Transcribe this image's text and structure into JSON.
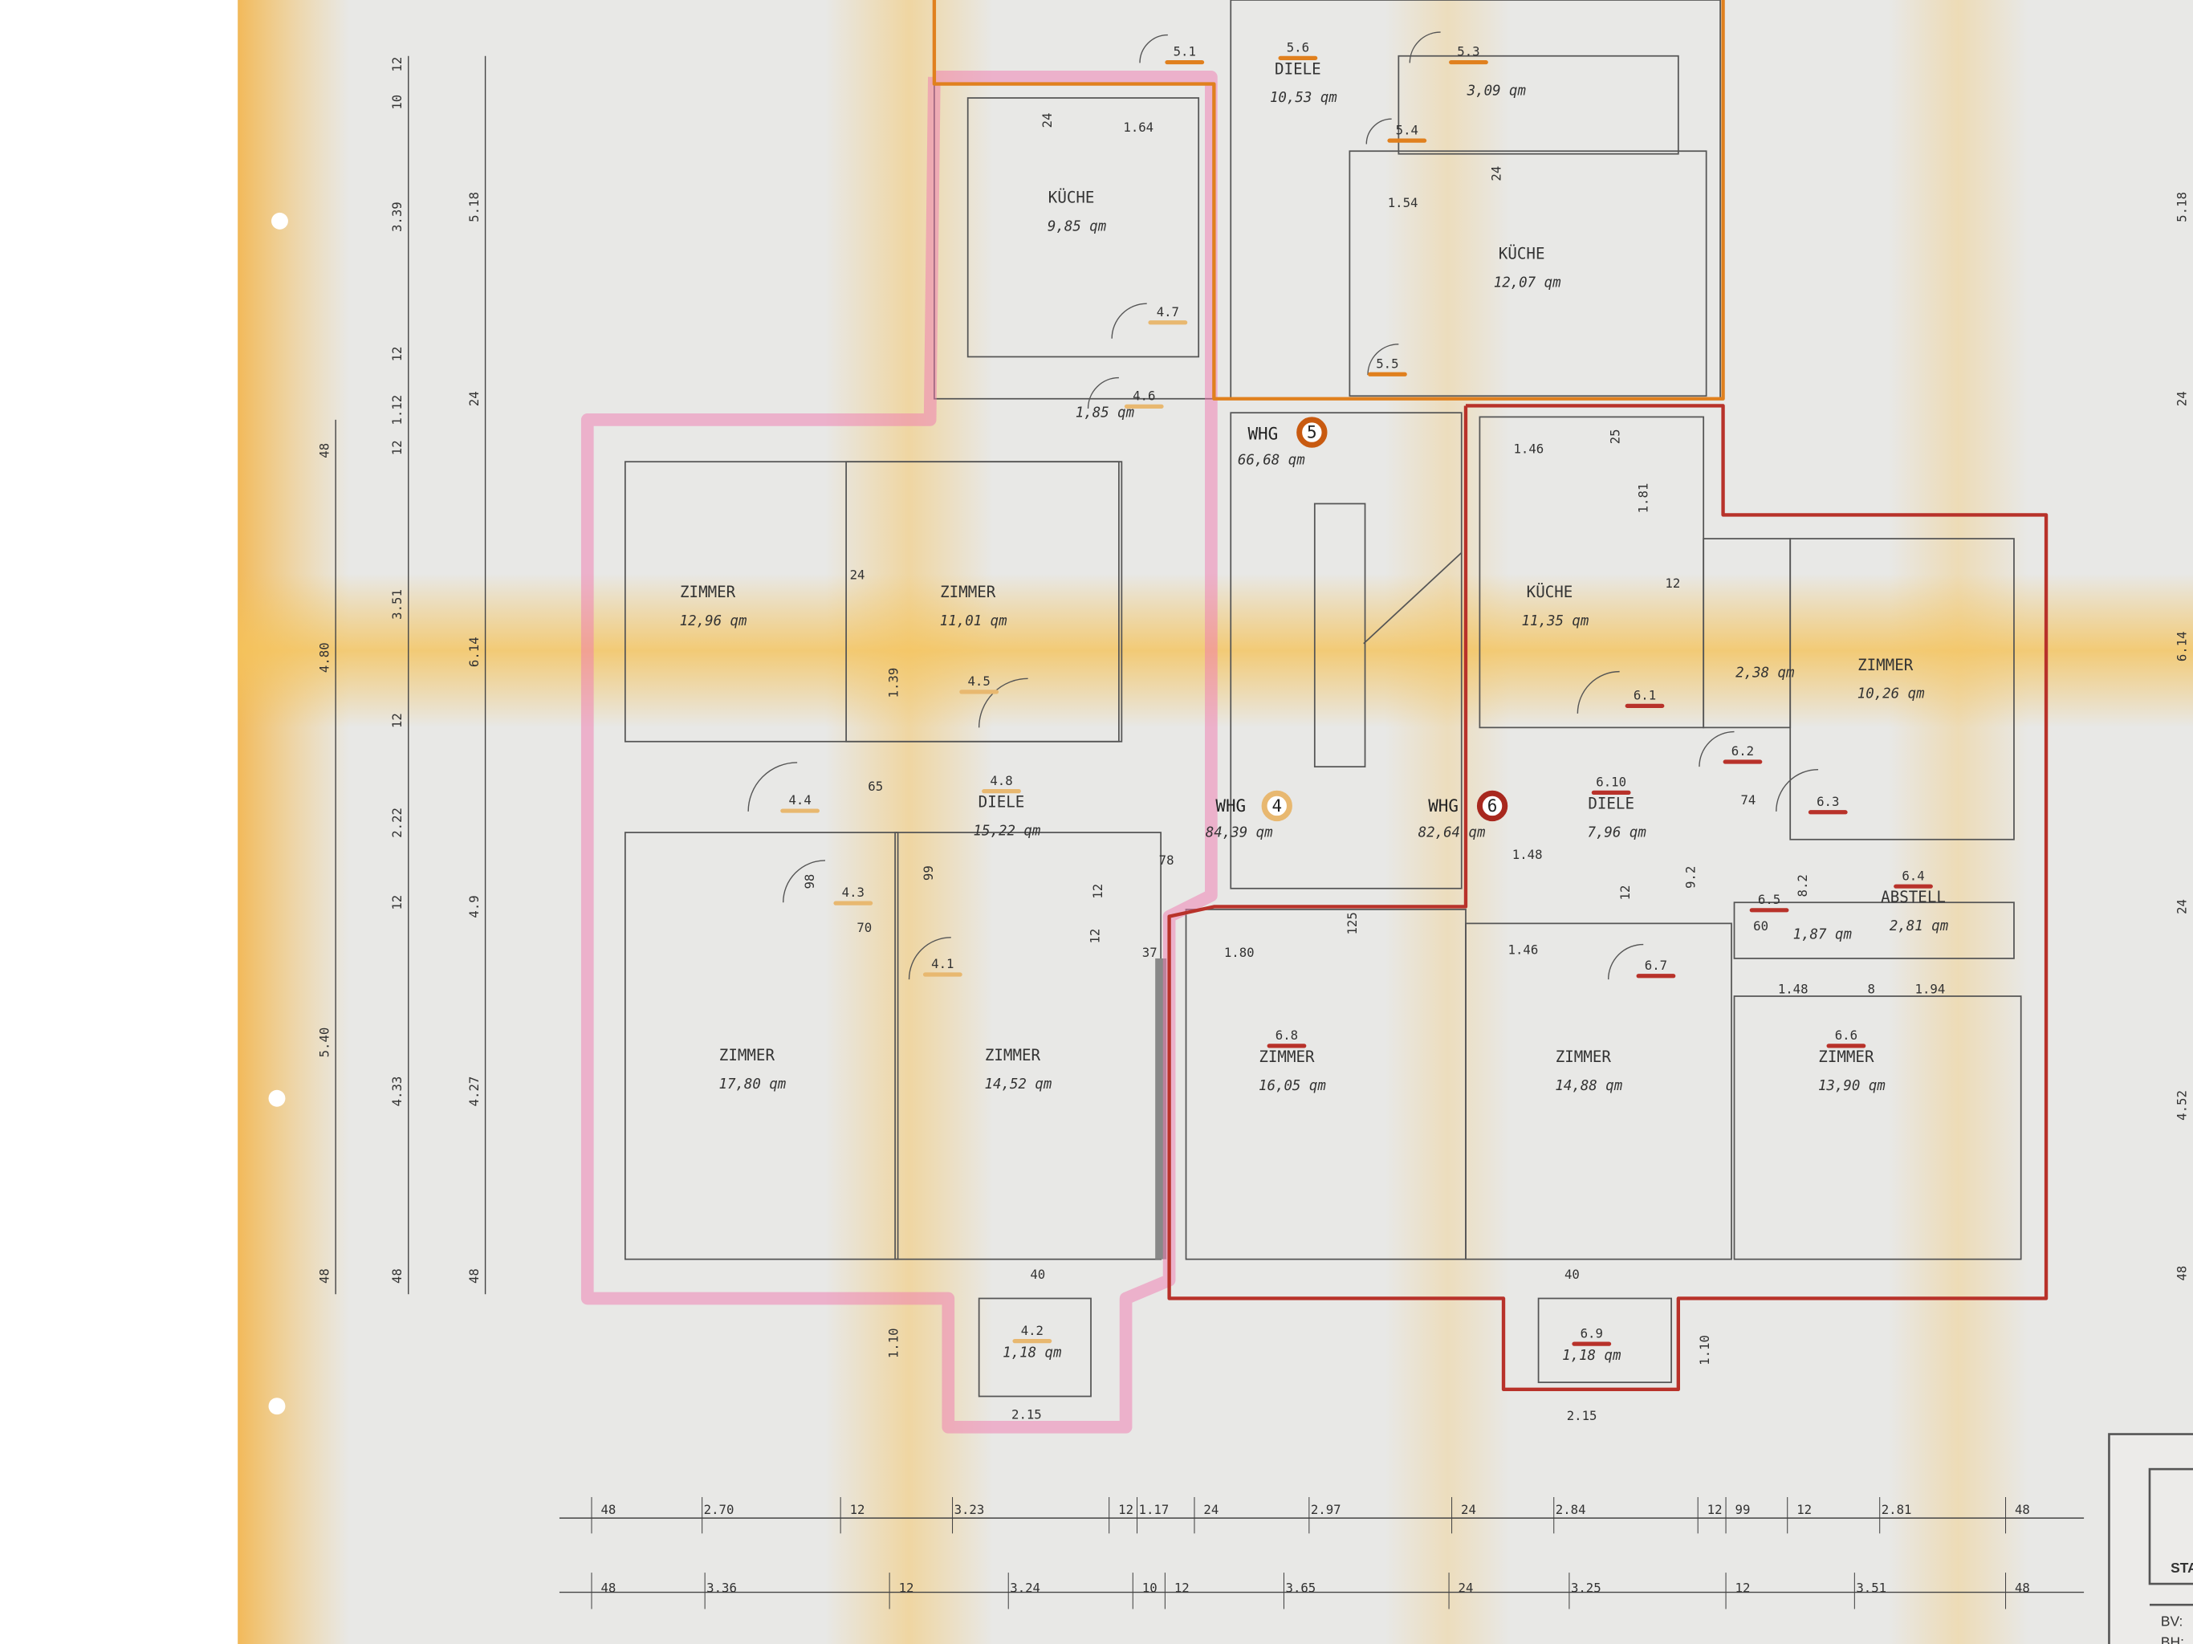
{
  "plan": {
    "colors": {
      "paper": "#e8e8e6",
      "fold_band": "#f5c76a",
      "whg4_outline": "#f07ab0",
      "whg5_outline": "#e0801e",
      "whg6_outline": "#b8322a",
      "walls": "#555555"
    },
    "apartments": [
      {
        "label": "WHG",
        "number": "4",
        "area": "84,39 qm",
        "badge_color": "#e8b870"
      },
      {
        "label": "WHG",
        "number": "5",
        "area": "66,68 qm",
        "badge_color": "#c85a10"
      },
      {
        "label": "WHG",
        "number": "6",
        "area": "82,64 qm",
        "badge_color": "#a8281e"
      }
    ],
    "rooms": [
      {
        "name": "KÜCHE",
        "area": "9,85 qm"
      },
      {
        "name": "DIELE",
        "area": "10,53 qm",
        "tag": "5.6"
      },
      {
        "name": "",
        "area": "3,09 qm"
      },
      {
        "name": "KÜCHE",
        "area": "12,07 qm"
      },
      {
        "name": "",
        "area": "1,85 qm"
      },
      {
        "name": "ZIMMER",
        "area": "12,96 qm"
      },
      {
        "name": "ZIMMER",
        "area": "11,01 qm"
      },
      {
        "name": "DIELE",
        "area": "15,22 qm",
        "tag": "4.8"
      },
      {
        "name": "KÜCHE",
        "area": "11,35 qm"
      },
      {
        "name": "",
        "area": "2,38 qm"
      },
      {
        "name": "ZIMMER",
        "area": "10,26 qm"
      },
      {
        "name": "DIELE",
        "area": "7,96 qm",
        "tag": "6.10"
      },
      {
        "name": "ABSTELL",
        "area": "2,81 qm",
        "tag": "6.4"
      },
      {
        "name": "",
        "area": "1,87 qm"
      },
      {
        "name": "ZIMMER",
        "area": "17,80 qm"
      },
      {
        "name": "ZIMMER",
        "area": "14,52 qm"
      },
      {
        "name": "ZIMMER",
        "area": "16,05 qm",
        "tag": "6.8"
      },
      {
        "name": "ZIMMER",
        "area": "14,88 qm"
      },
      {
        "name": "ZIMMER",
        "area": "13,90 qm",
        "tag": "6.6"
      },
      {
        "name": "",
        "area": "1,18 qm",
        "tag": "4.2"
      },
      {
        "name": "",
        "area": "1,18 qm",
        "tag": "6.9"
      }
    ],
    "door_tags": [
      "5.1",
      "5.3",
      "5.4",
      "5.5",
      "4.7",
      "4.6",
      "4.5",
      "4.4",
      "4.3",
      "4.1",
      "6.1",
      "6.2",
      "6.3",
      "6.5",
      "6.7"
    ],
    "inner_dimensions": [
      "1.64",
      "24",
      "1.54",
      "24",
      "1.46",
      "25",
      "1.81",
      "12",
      "24",
      "1.39",
      "65",
      "98",
      "70",
      "99",
      "78",
      "12",
      "12",
      "37",
      "1.80",
      "125",
      "1.48",
      "9.2",
      "12",
      "8.2",
      "60",
      "1.46",
      "1.48",
      "8",
      "1.94",
      "40",
      "40",
      "1.10",
      "1.10",
      "2.15",
      "2.15",
      "74"
    ],
    "left_dimensions": [
      "12",
      "10",
      "3.39",
      "12",
      "1.12",
      "12",
      "3.51",
      "12",
      "2.22",
      "12",
      "4.9",
      "48",
      "4.80",
      "5.40",
      "4.33",
      "5.18",
      "24",
      "6.14",
      "4.27",
      "48",
      "48",
      "48"
    ],
    "bottom_row_1": [
      "48",
      "2.70",
      "12",
      "3.23",
      "12",
      "1.17",
      "24",
      "2.97",
      "24",
      "2.84",
      "12",
      "99",
      "12",
      "2.81",
      "48"
    ],
    "bottom_row_2": [
      "48",
      "3.36",
      "12",
      "3.24",
      "10",
      "12",
      "3.65",
      "24",
      "3.25",
      "12",
      "3.51",
      "48"
    ],
    "right_dimensions": [
      "5.18",
      "24",
      "6.14",
      "24",
      "4.52",
      "48"
    ],
    "title_block": {
      "heading": "STA",
      "bv": "BV:",
      "bh": "BH:"
    }
  }
}
